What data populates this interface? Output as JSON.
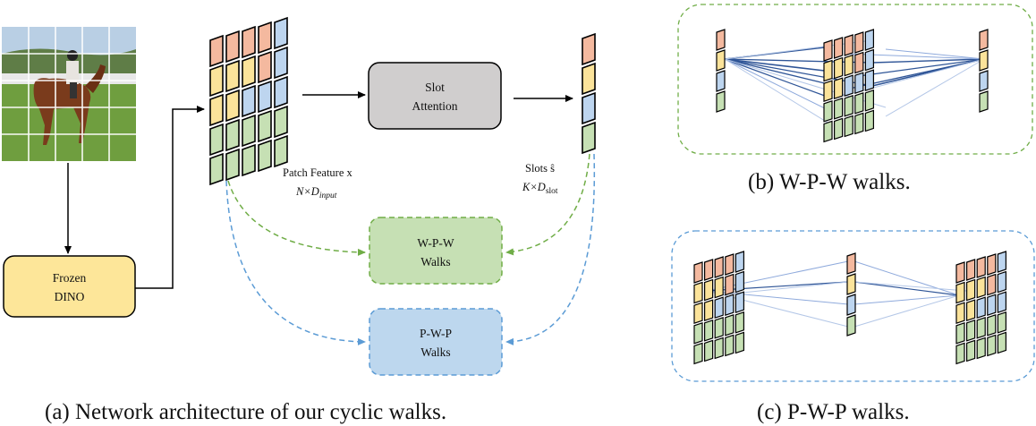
{
  "panel_a": {
    "frozen_box": {
      "line1": "Frozen",
      "line2": "DINO"
    },
    "slot_box": {
      "line1": "Slot",
      "line2": "Attention"
    },
    "wpw_box": {
      "line1": "W-P-W",
      "line2": "Walks"
    },
    "pwp_box": {
      "line1": "P-W-P",
      "line2": "Walks"
    },
    "patch_feature_label": {
      "line1": "Patch Feature x",
      "line2": "N×D",
      "line2_sub": "input"
    },
    "slots_label": {
      "line1": "Slots ŝ",
      "line2": "K×D",
      "line2_sub": "slot"
    },
    "caption": "(a)  Network architecture of our cyclic walks."
  },
  "panel_b": {
    "caption": "(b)  W-P-W walks."
  },
  "panel_c": {
    "caption": "(c)  P-W-P walks."
  },
  "colors": {
    "orange": "#f4b99f",
    "yellow": "#fbe39a",
    "blue": "#bdd5ef",
    "green": "#c6e0b4",
    "gray_box": "#d0cece",
    "frozen_box": "#fde699",
    "wpw_box": "#c6e0b4",
    "pwp_box": "#bdd7ee",
    "green_dash": "#70ad47",
    "blue_dash": "#5b9bd5",
    "line_dark": "#2f5597"
  }
}
